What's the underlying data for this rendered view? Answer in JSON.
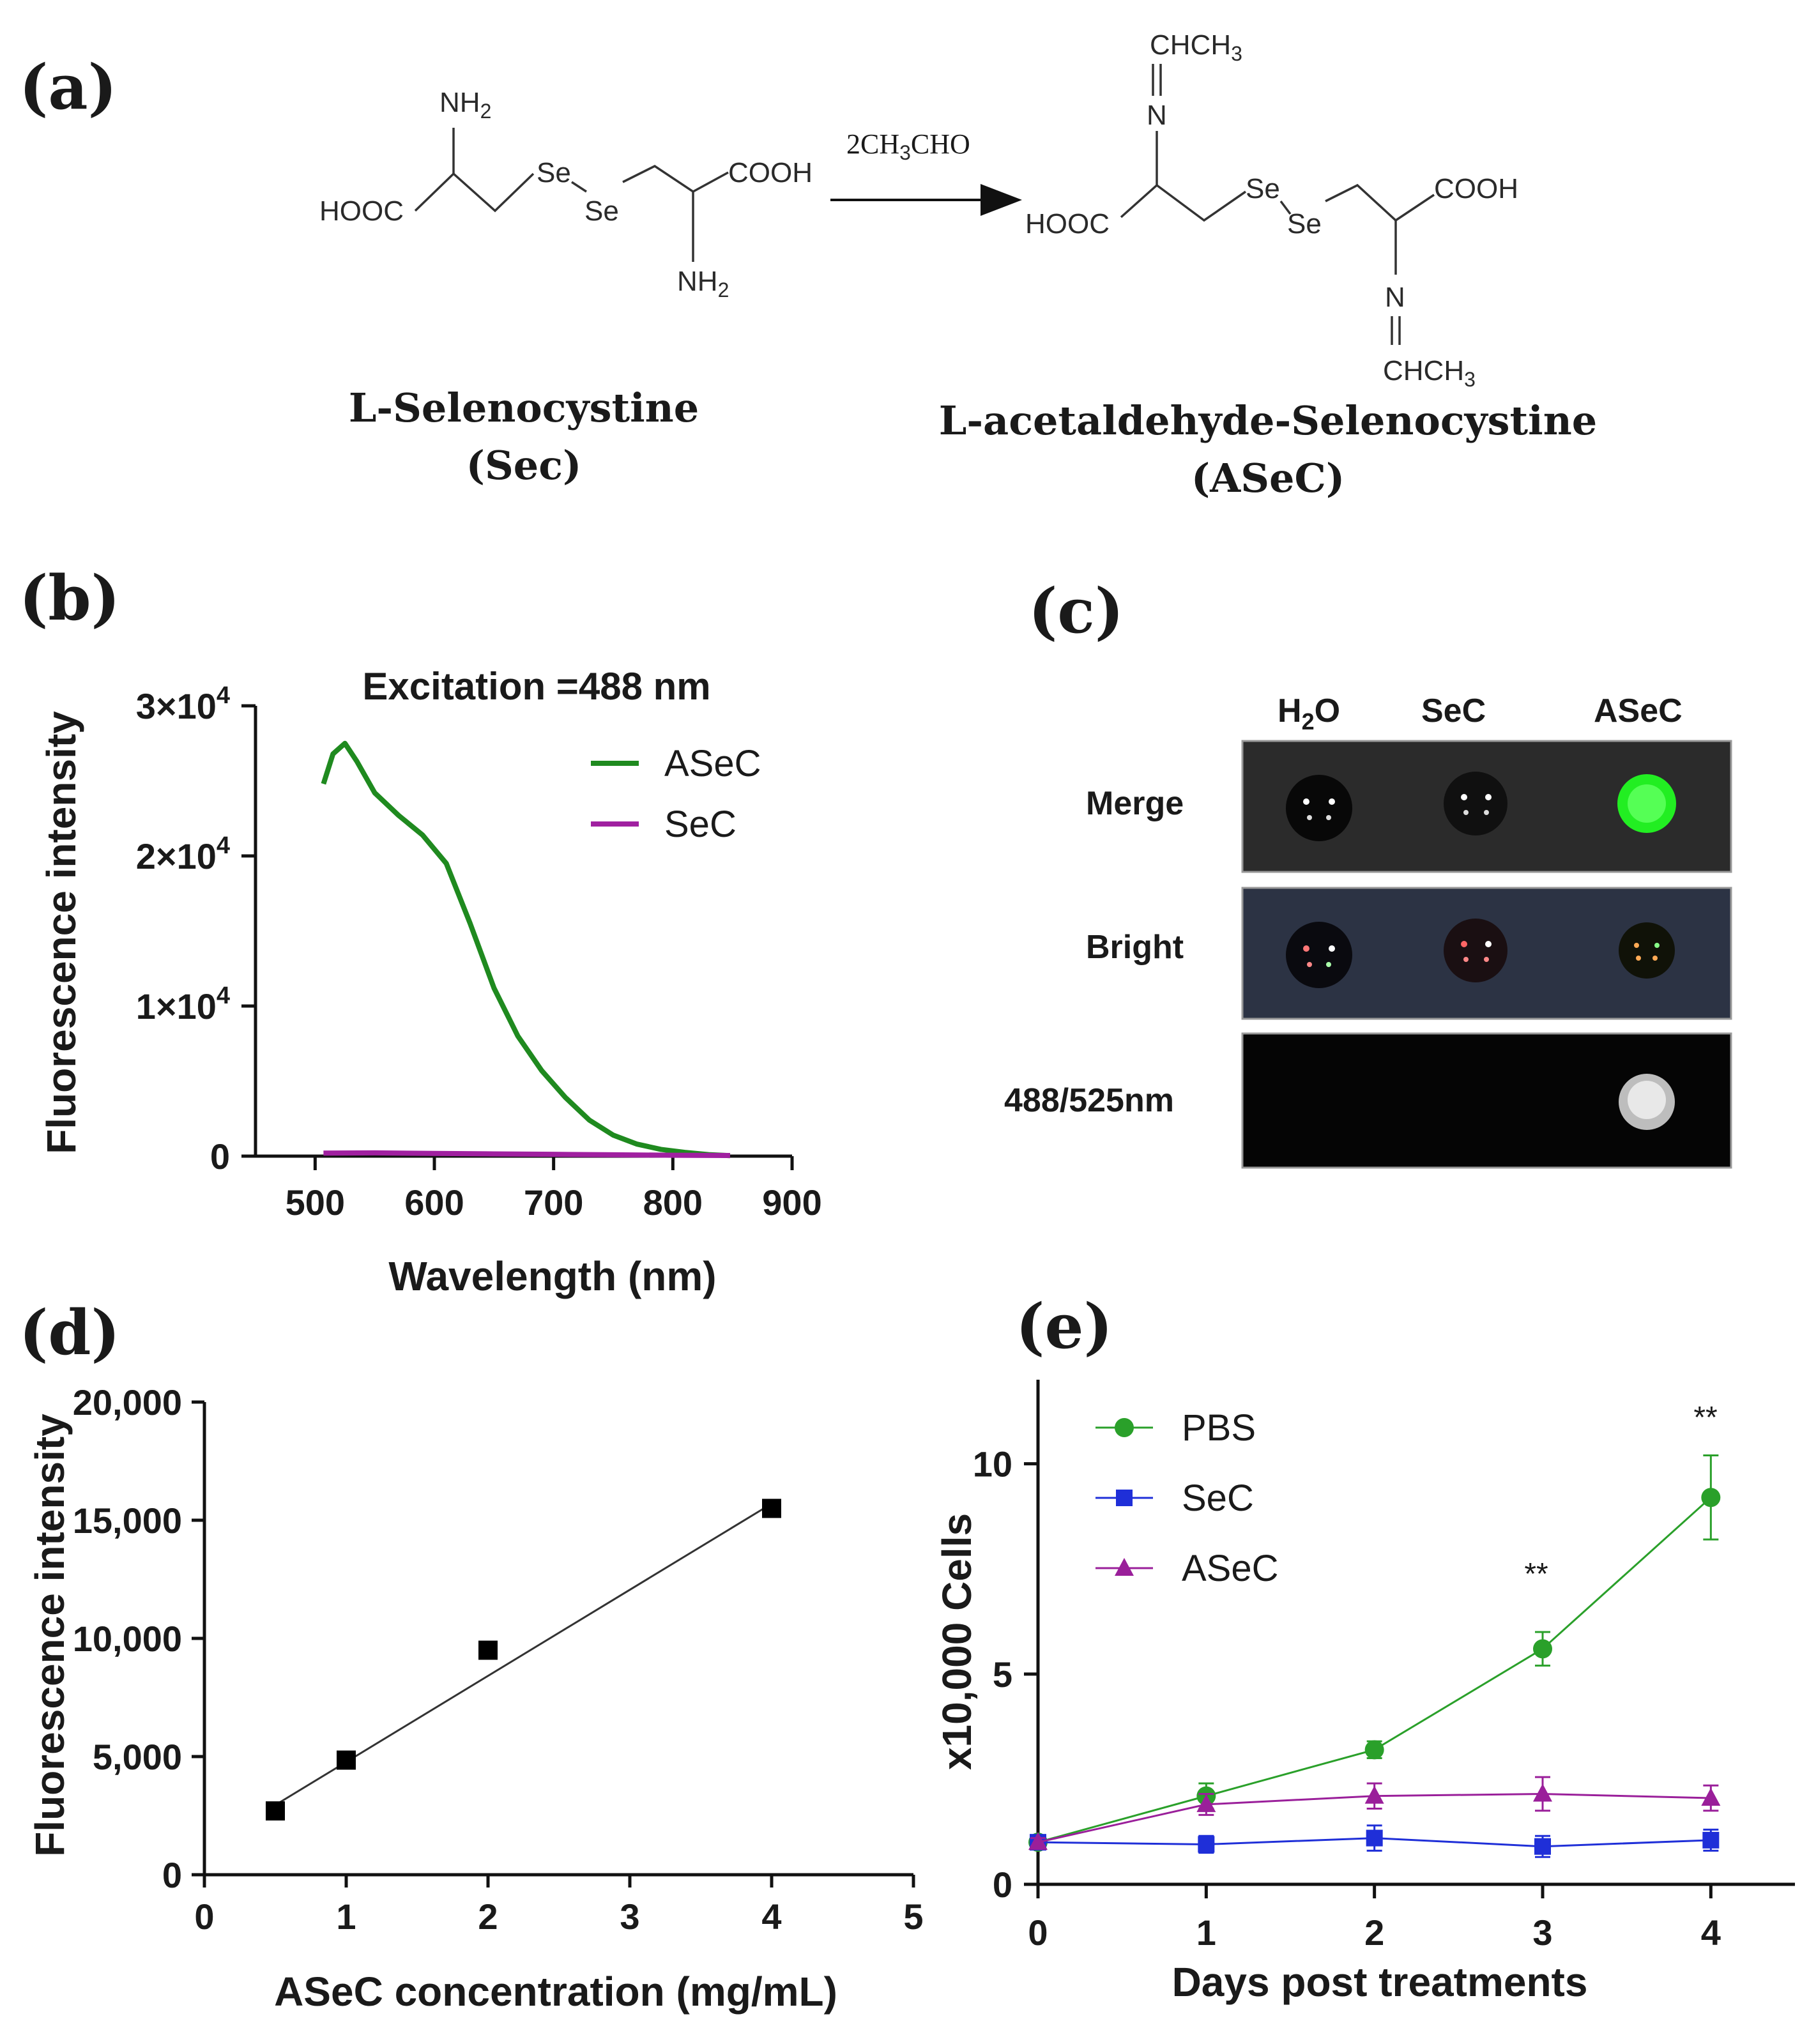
{
  "panel_labels": {
    "a": "(a)",
    "b": "(b)",
    "c": "(c)",
    "d": "(d)",
    "e": "(e)"
  },
  "panel_a": {
    "reagent": "2CH",
    "reagent_sub": "3",
    "reagent_tail": "CHO",
    "sec_name": "L-Selenocystine",
    "sec_abbr": "(Sec)",
    "asec_name": "L-acetaldehyde-Selenocystine",
    "asec_abbr": "(ASeC)",
    "labels": {
      "nh2": "NH",
      "sub2": "2",
      "hooc": "HOOC",
      "cooh": "COOH",
      "se": "Se",
      "n": "N",
      "chch3": "CHCH",
      "sub3": "3"
    }
  },
  "panel_b": {
    "title": "Excitation =488 nm",
    "ylabel": "Fluorescence intensity",
    "xlabel": "Wavelength (nm)"
  },
  "panel_c": {
    "col_headers": [
      "H",
      "SeC",
      "ASeC"
    ],
    "h2o_sub": "2",
    "h2o_tail": "O",
    "row_labels": [
      "Merge",
      "Bright",
      "488/525nm"
    ]
  },
  "panel_d": {
    "ylabel": "Fluorescence intensity",
    "xlabel": "ASeC concentration (mg/mL)"
  },
  "panel_e": {
    "ylabel": "x10,000 Cells",
    "xlabel": "Days post treatments",
    "significance": [
      "**",
      "**"
    ]
  },
  "colors": {
    "asec_green": "#1f8a1f",
    "sec_purple": "#a020a0",
    "pbs_green": "#2aa02a",
    "sec_blue": "#1f2fd8",
    "asec_purple": "#9a1f9a",
    "fluor_green": "#22ee22"
  },
  "chart_data": [
    {
      "panel": "b",
      "type": "line",
      "title": "Excitation =488 nm",
      "xlabel": "Wavelength (nm)",
      "ylabel": "Fluorescence intensity",
      "xlim": [
        450,
        900
      ],
      "ylim": [
        0,
        30000
      ],
      "xticks": [
        500,
        600,
        700,
        800,
        900
      ],
      "yticks": [
        0,
        10000,
        20000,
        30000
      ],
      "yticklabels": [
        "0",
        "1×10",
        "2×10",
        "3×10"
      ],
      "ytick_exp": "4",
      "legend": "top-right",
      "series": [
        {
          "name": "ASeC",
          "x": [
            507,
            515,
            525,
            535,
            550,
            570,
            590,
            610,
            630,
            650,
            670,
            690,
            710,
            730,
            750,
            770,
            790,
            810,
            830,
            848
          ],
          "y": [
            24800,
            26800,
            27500,
            26300,
            24200,
            22700,
            21400,
            19500,
            15500,
            11200,
            8000,
            5700,
            3900,
            2400,
            1400,
            800,
            450,
            250,
            100,
            30
          ]
        },
        {
          "name": "SeC",
          "x": [
            507,
            550,
            600,
            650,
            700,
            750,
            800,
            848
          ],
          "y": [
            200,
            220,
            180,
            150,
            120,
            90,
            60,
            40
          ]
        }
      ]
    },
    {
      "panel": "d",
      "type": "scatter",
      "xlabel": "ASeC concentration (mg/mL)",
      "ylabel": "Fluorescence intensity",
      "xlim": [
        0,
        5
      ],
      "ylim": [
        0,
        20000
      ],
      "xticks": [
        0,
        1,
        2,
        3,
        4,
        5
      ],
      "yticks": [
        0,
        5000,
        10000,
        15000,
        20000
      ],
      "yticklabels": [
        "0",
        "5,000",
        "10,000",
        "15,000",
        "20,000"
      ],
      "points": {
        "x": [
          0.5,
          1,
          2,
          4
        ],
        "y": [
          2700,
          4850,
          9500,
          15500
        ]
      },
      "fit": {
        "x": [
          0.5,
          4
        ],
        "y": [
          2950,
          15700
        ]
      }
    },
    {
      "panel": "e",
      "type": "line",
      "xlabel": "Days post treatments",
      "ylabel": "x10,000 Cells",
      "xlim": [
        0,
        4.5
      ],
      "ylim": [
        0,
        12
      ],
      "xticks": [
        0,
        1,
        2,
        3,
        4
      ],
      "yticks": [
        0,
        5,
        10
      ],
      "legend": "top-left",
      "series": [
        {
          "name": "PBS",
          "marker": "circle",
          "x": [
            0,
            1,
            2,
            3,
            4
          ],
          "y": [
            1.0,
            2.1,
            3.2,
            5.6,
            9.2
          ],
          "err": [
            0.1,
            0.3,
            0.2,
            0.4,
            1.0
          ]
        },
        {
          "name": "SeC",
          "marker": "square",
          "x": [
            0,
            1,
            2,
            3,
            4
          ],
          "y": [
            1.0,
            0.95,
            1.1,
            0.9,
            1.05
          ],
          "err": [
            0.1,
            0.2,
            0.3,
            0.25,
            0.25
          ]
        },
        {
          "name": "ASeC",
          "marker": "triangle",
          "x": [
            0,
            1,
            2,
            3,
            4
          ],
          "y": [
            1.0,
            1.9,
            2.1,
            2.15,
            2.05
          ],
          "err": [
            0.1,
            0.25,
            0.3,
            0.4,
            0.3
          ]
        }
      ],
      "annotations": [
        {
          "x": 3,
          "text": "**"
        },
        {
          "x": 4,
          "text": "**"
        }
      ]
    }
  ]
}
